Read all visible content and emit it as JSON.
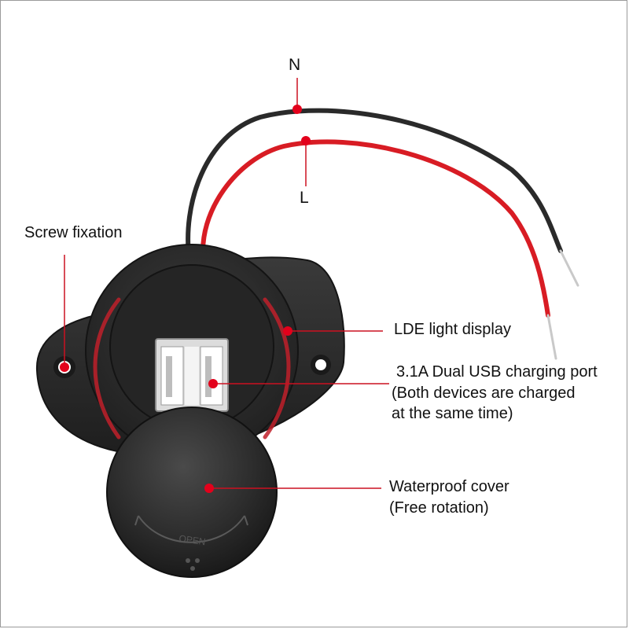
{
  "labels": {
    "neutral": "N",
    "live": "L",
    "screw": "Screw fixation",
    "led": "LDE light display",
    "usb_line1": "3.1A Dual USB charging port",
    "usb_line2": "(Both devices are charged",
    "usb_line3": "at the same time)",
    "cover_line1": "Waterproof cover",
    "cover_line2": "(Free rotation)",
    "cover_engraving": "OPEN"
  },
  "colors": {
    "background": "#ffffff",
    "border": "#9a9a9a",
    "pointer_dot": "#e3001b",
    "pointer_line": "#cc1020",
    "wire_black": "#2a2a2a",
    "wire_red": "#d81c24",
    "housing": "#2b2b2b",
    "led_glow": "#c0202a",
    "text": "#111111"
  },
  "icons": {
    "pointer": "red-dot-pointer",
    "usb_port": "usb-a-port-icon",
    "screw_hole": "screw-hole-icon"
  }
}
